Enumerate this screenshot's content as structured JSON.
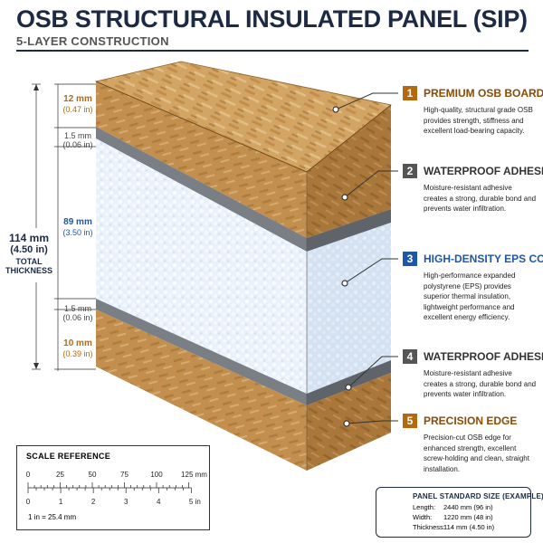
{
  "header": {
    "title": "OSB STRUCTURAL INSULATED PANEL (SIP)",
    "subtitle": "5-LAYER CONSTRUCTION"
  },
  "dimensions": [
    {
      "mm": "12 mm",
      "inch": "(0.47 in)",
      "color": "#b5690e"
    },
    {
      "mm": "1.5 mm",
      "inch": "(0.06 in)",
      "color": "#444444"
    },
    {
      "mm": "89 mm",
      "inch": "(3.50 in)",
      "color": "#1f57a8"
    },
    {
      "mm": "1.5 mm",
      "inch": "(0.06 in)",
      "color": "#444444"
    },
    {
      "mm": "10 mm",
      "inch": "(0.39 in)",
      "color": "#b5690e"
    }
  ],
  "total": {
    "mm": "114 mm",
    "inch": "(4.50 in)",
    "label_1": "TOTAL",
    "label_2": "THICKNESS"
  },
  "callouts": [
    {
      "num": "1",
      "title": "PREMIUM OSB BOARD",
      "desc": "High-quality, structural grade OSB provides strength, stiffness and excellent load-bearing capacity.",
      "color": "#b5690e",
      "title_color": "#8a4b07"
    },
    {
      "num": "2",
      "title": "WATERPROOF ADHESIVE",
      "desc": "Moisture-resistant adhesive creates a strong, durable bond and prevents water infiltration.",
      "color": "#555555",
      "title_color": "#333333"
    },
    {
      "num": "3",
      "title": "HIGH-DENSITY EPS CORE",
      "desc": "High-performance expanded polystyrene (EPS) provides superior thermal insulation, lightweight performance and excellent energy efficiency.",
      "color": "#1f57a8",
      "title_color": "#1f57a8"
    },
    {
      "num": "4",
      "title": "WATERPROOF ADHESIVE",
      "desc": "Moisture-resistant adhesive creates a strong, durable bond and prevents water infiltration.",
      "color": "#555555",
      "title_color": "#333333"
    },
    {
      "num": "5",
      "title": "PRECISION EDGE",
      "desc": "Precision-cut OSB edge for enhanced strength, excellent screw-holding and clean, straight installation.",
      "color": "#b5690e",
      "title_color": "#8a4b07"
    }
  ],
  "scale": {
    "title": "SCALE REFERENCE",
    "mm_labels": [
      "0",
      "25",
      "50",
      "75",
      "100",
      "125 mm"
    ],
    "in_labels": [
      "0",
      "1",
      "2",
      "3",
      "4",
      "5 in"
    ],
    "note": "1 in = 25.4 mm"
  },
  "standard_size": {
    "title": "PANEL STANDARD SIZE (EXAMPLE)",
    "rows": [
      {
        "key": "Length:",
        "value": "2440 mm (96 in)"
      },
      {
        "key": "Width:",
        "value": "1220 mm (48 in)"
      },
      {
        "key": "Thickness:",
        "value": "114 mm (4.50 in)"
      }
    ]
  }
}
